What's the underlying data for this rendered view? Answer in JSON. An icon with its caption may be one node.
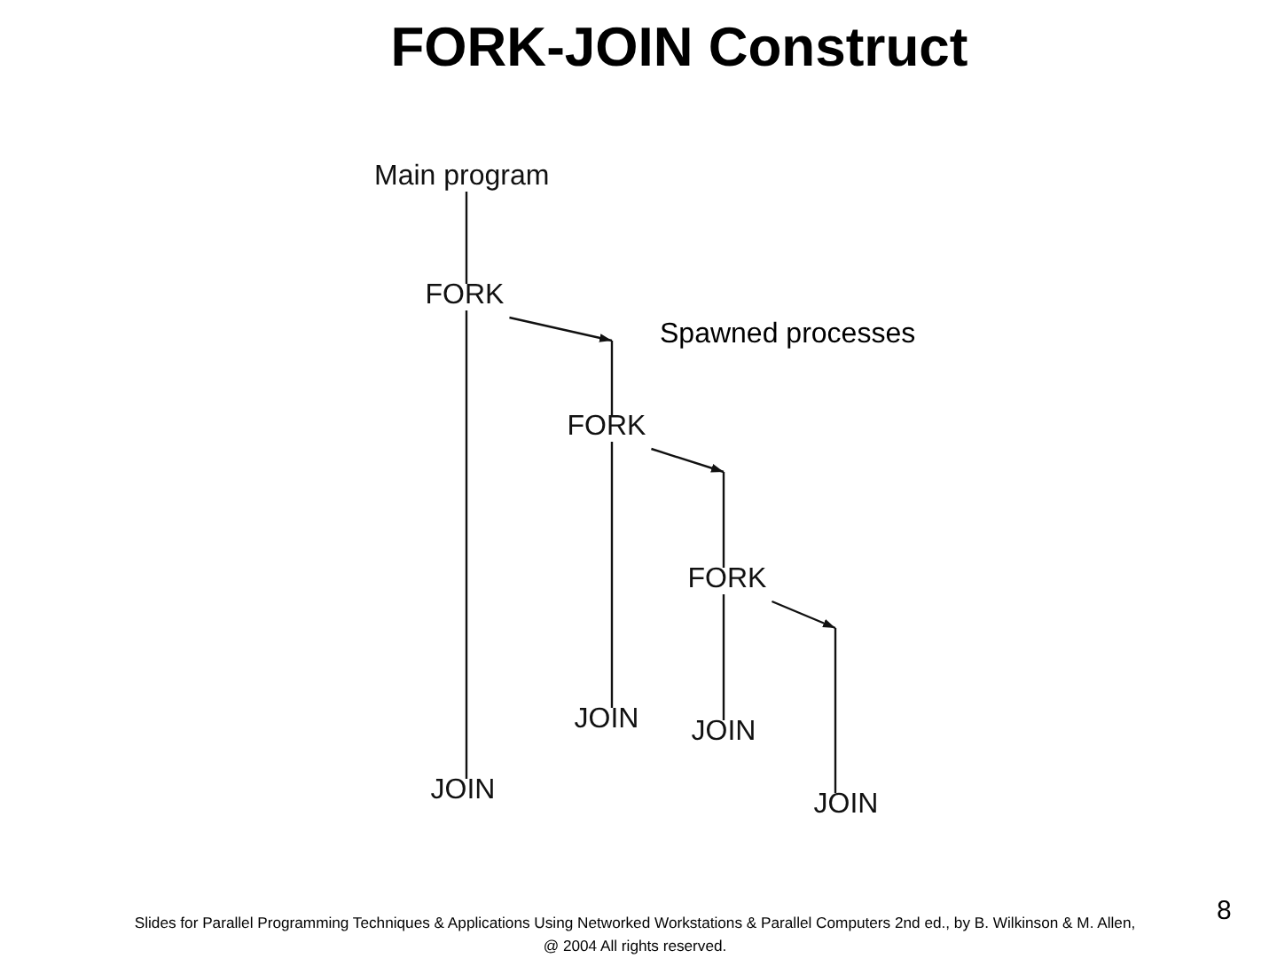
{
  "diagram": {
    "title": "FORK-JOIN Construct",
    "caption": "Slides for Parallel Programming Techniques & Applications Using Networked Workstations & Parallel Computers 2nd ed., by B. Wilkinson & M. Allen, @ 2004 All rights reserved.",
    "nodes": [
      {
        "text": [
          "Main program"
        ]
      },
      {
        "text": [
          "FORK"
        ]
      },
      {
        "text": [
          "FORK"
        ]
      },
      {
        "text": [
          "FORK"
        ]
      },
      {
        "text": [
          "JOIN"
        ]
      },
      {
        "text": [
          "JOIN"
        ]
      },
      {
        "text": [
          "JOIN"
        ]
      },
      {
        "text": [
          "JOIN"
        ]
      }
    ],
    "edges": [
      {
        "from": 0,
        "to": 1,
        "arrow": "none"
      },
      {
        "from": 1,
        "to": 6,
        "arrow": "none"
      },
      {
        "from": 1,
        "to": null,
        "arrow": "to"
      },
      {
        "from": null,
        "to": 2,
        "arrow": "none"
      },
      {
        "from": 2,
        "to": 4,
        "arrow": "none"
      },
      {
        "from": 2,
        "to": null,
        "arrow": "to"
      },
      {
        "from": null,
        "to": 3,
        "arrow": "none"
      },
      {
        "from": 3,
        "to": 5,
        "arrow": "none"
      },
      {
        "from": 3,
        "to": null,
        "arrow": "to"
      },
      {
        "from": null,
        "to": 7,
        "arrow": "none"
      }
    ],
    "labels": [
      "Spawned processes",
      "8"
    ]
  }
}
